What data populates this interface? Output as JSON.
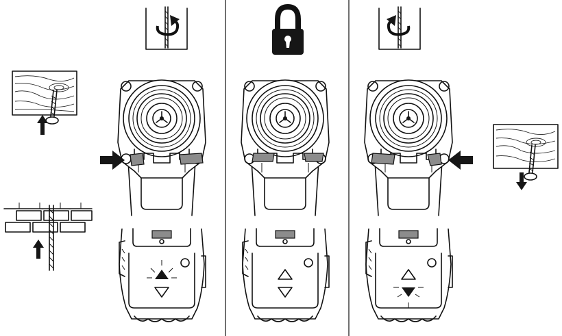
{
  "modes": [
    {
      "id": "forward",
      "selector_symbol": "up-arrow-lit",
      "direction_icon": "clockwise-rotation-icon",
      "push_side": "left"
    },
    {
      "id": "lock",
      "selector_symbol": "none-lit",
      "direction_icon": "padlock-icon",
      "push_side": "none"
    },
    {
      "id": "reverse",
      "selector_symbol": "down-arrow-lit",
      "direction_icon": "counterclockwise-rotation-icon",
      "push_side": "right"
    }
  ],
  "applications": [
    "screw-driving-into-wood",
    "drilling-into-brick",
    "screw-removal-from-wood"
  ],
  "colors": {
    "line": "#111111",
    "button": "#8c8c8c",
    "background": "#ffffff"
  }
}
